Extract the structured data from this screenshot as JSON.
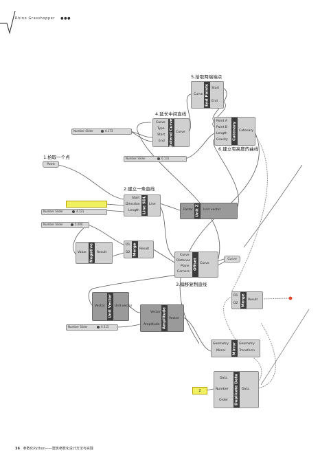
{
  "header": {
    "text": "Rhino Grasshopper",
    "dots": "●●●"
  },
  "footer": {
    "page_number": "36",
    "text": "参数化Python——建筑参数化设计方法与实践"
  },
  "annotations": [
    "1.拾取一个点",
    "2.建立一条直线",
    "3.偏移复制直线",
    "4.延长中间直线",
    "5.拾取两端端点",
    "6.建立有高度的曲线"
  ],
  "components": {
    "point_param": "Point",
    "line_sdl": {
      "title": "Line SDL",
      "inputs": [
        "Start",
        "Direction",
        "Length"
      ],
      "output": "Line"
    },
    "unit_z": {
      "title": "Unit Z",
      "input": "Factor",
      "output": "Unit vector"
    },
    "negative": {
      "title": "Negative",
      "input": "Value",
      "output": "Result"
    },
    "merge": {
      "title": "Merge",
      "inputs": [
        "D1",
        "D2"
      ],
      "output": "Result"
    },
    "offset": {
      "title": "Offset",
      "inputs": [
        "Curve",
        "Distance",
        "Plane",
        "Corners"
      ],
      "output": "Curve"
    },
    "curve_param": "Curve",
    "extend_curve": {
      "title": "Extend Curve",
      "inputs": [
        "Curve",
        "Type",
        "Start",
        "End"
      ],
      "output": "Curve"
    },
    "end_points": {
      "title": "End Points",
      "input": "Curve",
      "outputs": [
        "Start",
        "End"
      ]
    },
    "catenary": {
      "title": "Catenary",
      "inputs": [
        "Point A",
        "Point B",
        "Length",
        "Gravity"
      ],
      "output": "Catenary"
    },
    "unit_vector": {
      "title": "Unit Vector",
      "input": "Vector",
      "output": "Unit vector"
    },
    "amplitude": {
      "title": "Amplitude",
      "inputs": [
        "Vector",
        "Amplitude"
      ],
      "output": "Vector"
    },
    "mirror": {
      "title": "Mirror",
      "inputs": [
        "Geometry",
        "Mirror"
      ],
      "outputs": [
        "Geometry",
        "Transform"
      ]
    },
    "merge2": {
      "title": "Merge",
      "inputs": [
        "D1",
        "D2"
      ],
      "output": "Result"
    },
    "duplicate": {
      "title": "Duplicate Data",
      "inputs": [
        "Data",
        "Number",
        "Order"
      ],
      "output": "Data"
    }
  },
  "sliders": {
    "s_extend": {
      "name": "Number Slider",
      "value": "0.173"
    },
    "s_length": {
      "name": "Number Slider",
      "value": "4.121"
    },
    "s_offset": {
      "name": "Number Slider",
      "value": "5.000"
    },
    "s_lower": {
      "name": "Number Slider",
      "value": "0.131"
    },
    "s_amp": {
      "name": "Number Slider",
      "value": "0.315"
    }
  },
  "panels": {
    "dup_number": "2"
  },
  "colors": {
    "wire": "#5a5a5a",
    "panel_fill": "#f0f060",
    "accent": "#e04a2a",
    "title_bar": "#3b3b3b"
  }
}
